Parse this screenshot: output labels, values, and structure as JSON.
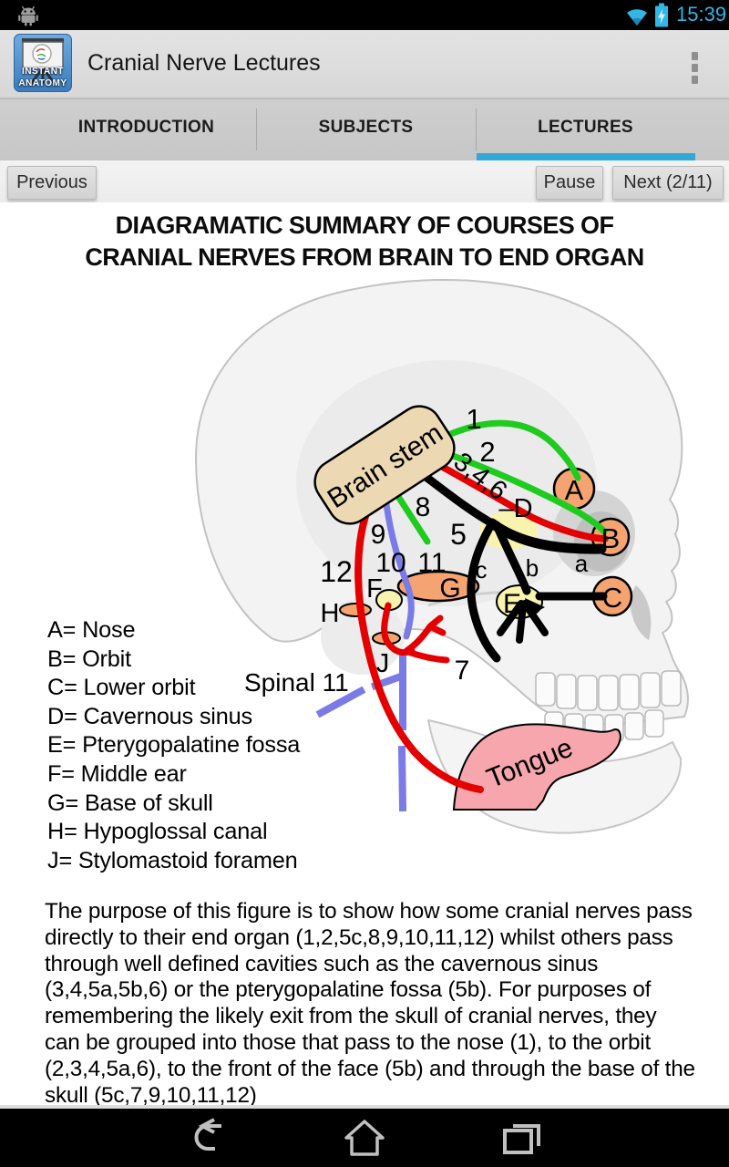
{
  "status_bar": {
    "time": "15:39"
  },
  "action_bar": {
    "title": "Cranial Nerve Lectures",
    "app_icon_text_line1": "INSTANT",
    "app_icon_text_line2": "ANATOMY"
  },
  "tabs": {
    "introduction": "INTRODUCTION",
    "subjects": "SUBJECTS",
    "lectures": "LECTURES"
  },
  "controls": {
    "previous": "Previous",
    "pause": "Pause",
    "next": "Next (2/11)"
  },
  "figure": {
    "title_line1": "DIAGRAMATIC SUMMARY OF COURSES OF",
    "title_line2": "CRANIAL NERVES FROM BRAIN TO END ORGAN",
    "brain_stem_label": "Brain stem",
    "tongue_label": "Tongue",
    "spinal_label": "Spinal 11",
    "nerve_labels": {
      "n1": "1",
      "n2": "2",
      "n346": "3,4,6",
      "n5": "5",
      "n7": "7",
      "n8": "8",
      "n9": "9",
      "n10": "10",
      "n11": "11",
      "n12": "12"
    },
    "branch_labels": {
      "a": "a",
      "b": "b",
      "c": "c"
    },
    "site_labels": {
      "A": "A",
      "B": "B",
      "C": "C",
      "D": "–D",
      "E": "E",
      "F": "F",
      "G": "G",
      "H": "H",
      "J": "J"
    },
    "legend": [
      "A= Nose",
      "B= Orbit",
      "C= Lower orbit",
      "D= Cavernous sinus",
      "E= Pterygopalatine fossa",
      "F= Middle ear",
      "G= Base of skull",
      "H= Hypoglossal canal",
      "J= Stylomastoid foramen"
    ],
    "caption": "The purpose of this figure is to show how some cranial nerves pass directly to their end organ (1,2,5c,8,9,10,11,12) whilst others pass through well defined cavities such as the cavernous sinus (3,4,5a,5b,6) or the pterygopalatine fossa (5b). For purposes of remembering the likely exit from the skull of cranial nerves, they can be grouped into those that pass to the nose (1), to the orbit (2,3,4,5a,6), to the front of the face (5b) and through the base of the skull (5c,7,9,10,11,12)",
    "colors": {
      "nerve_green": "#1ecb1e",
      "nerve_red": "#e40000",
      "nerve_blue": "#7b7be8",
      "nerve_black": "#000000",
      "site_orange": "#f5a471",
      "site_yellow": "#f8f3ae",
      "brain_stem_tan": "#ecd9b4",
      "tongue_pink": "#f6a6ac"
    }
  },
  "colors": {
    "accent_blue": "#33b5e5",
    "tab_indicator": "#33a8d8"
  }
}
